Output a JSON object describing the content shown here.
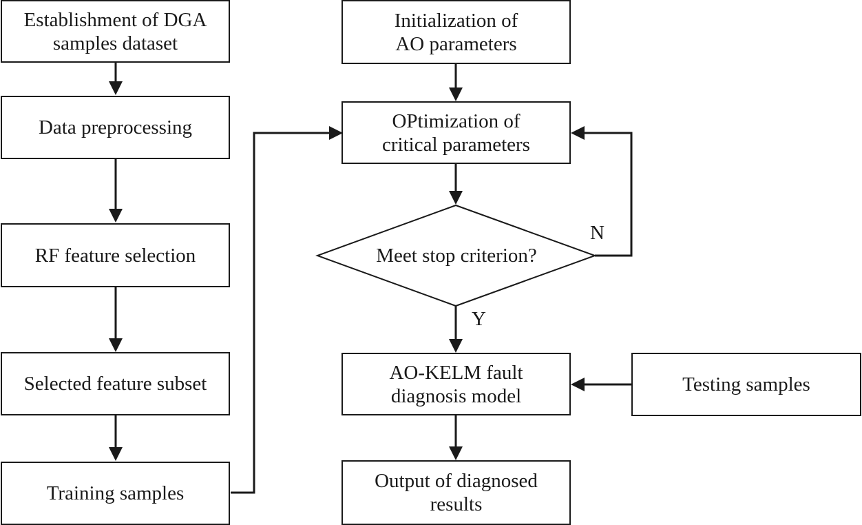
{
  "left_column": {
    "establishment": {
      "line1": "Establishment of DGA",
      "line2": "samples dataset"
    },
    "preprocessing": {
      "line1": "Data preprocessing"
    },
    "rf_selection": {
      "line1": "RF feature selection"
    },
    "selected_subset": {
      "line1": "Selected feature subset"
    },
    "training": {
      "line1": "Training samples"
    }
  },
  "right_column": {
    "initialization": {
      "line1": "Initialization of",
      "line2": "AO parameters"
    },
    "optimization": {
      "line1": "OPtimization of",
      "line2": "critical parameters"
    },
    "decision": {
      "text": "Meet stop criterion?",
      "no_label": "N",
      "yes_label": "Y"
    },
    "kelm_model": {
      "line1": "AO-KELM fault",
      "line2": "diagnosis model"
    },
    "output": {
      "line1": "Output of diagnosed",
      "line2": "results"
    }
  },
  "testing": {
    "line1": "Testing samples"
  },
  "colors": {
    "stroke": "#1a1a1a",
    "fill": "#ffffff"
  }
}
